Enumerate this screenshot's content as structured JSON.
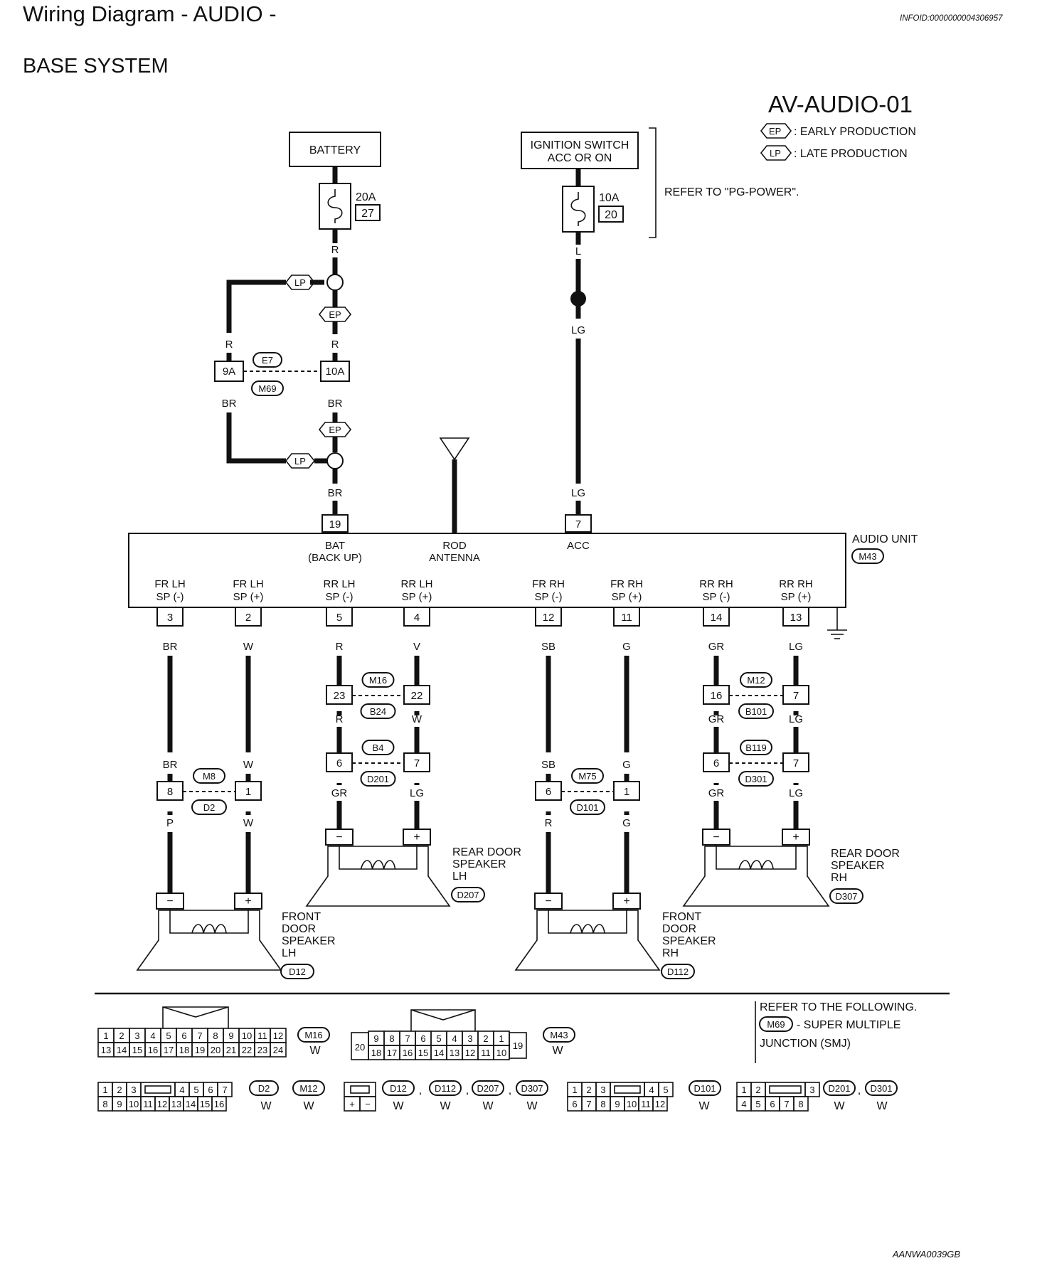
{
  "header": {
    "title": "Wiring Diagram - AUDIO -",
    "infoid": "INFOID:0000000004306957",
    "subtitle": "BASE SYSTEM",
    "diagram_code": "AV-AUDIO-01",
    "legend": [
      {
        "tag": "EP",
        "text": ": EARLY PRODUCTION"
      },
      {
        "tag": "LP",
        "text": ": LATE PRODUCTION"
      }
    ]
  },
  "power": {
    "battery_label": "BATTERY",
    "fuse_battery_rating": "20A",
    "fuse_battery_no": "27",
    "ignition_label_1": "IGNITION SWITCH",
    "ignition_label_2": "ACC OR ON",
    "fuse_ign_rating": "10A",
    "fuse_ign_no": "20",
    "refer_note": "REFER TO \"PG-POWER\"."
  },
  "battery_branch": {
    "wire_top": "R",
    "wire_left_top": "R",
    "wire_right_top": "R",
    "pin_left": "9A",
    "pin_right": "10A",
    "conn_top": "E7",
    "conn_bottom": "M69",
    "wire_left_bottom": "BR",
    "wire_right_bottom": "BR",
    "wire_unit": "BR",
    "ep": "EP",
    "lp": "LP"
  },
  "ignition_branch": {
    "wire_top": "L",
    "wire_mid": "LG",
    "wire_unit": "LG"
  },
  "audio_unit": {
    "name": "AUDIO UNIT",
    "connector": "M43",
    "top_pins": [
      {
        "pin": "19",
        "label1": "BAT",
        "label2": "(BACK UP)"
      },
      {
        "pin": "",
        "label1": "ROD",
        "label2": "ANTENNA"
      },
      {
        "pin": "7",
        "label1": "ACC",
        "label2": ""
      }
    ],
    "bottom_pins": [
      {
        "pin": "3",
        "label1": "FR LH",
        "label2": "SP (-)"
      },
      {
        "pin": "2",
        "label1": "FR LH",
        "label2": "SP (+)"
      },
      {
        "pin": "5",
        "label1": "RR LH",
        "label2": "SP (-)"
      },
      {
        "pin": "4",
        "label1": "RR LH",
        "label2": "SP (+)"
      },
      {
        "pin": "12",
        "label1": "FR RH",
        "label2": "SP (-)"
      },
      {
        "pin": "11",
        "label1": "FR RH",
        "label2": "SP (+)"
      },
      {
        "pin": "14",
        "label1": "RR RH",
        "label2": "SP (-)"
      },
      {
        "pin": "13",
        "label1": "RR RH",
        "label2": "SP (+)"
      }
    ]
  },
  "wires": {
    "fr_lh_neg": [
      "BR",
      "BR",
      "P"
    ],
    "fr_lh_pos": [
      "W",
      "W",
      "W"
    ],
    "rr_lh_neg": [
      "R",
      "R",
      "GR"
    ],
    "rr_lh_pos": [
      "V",
      "W",
      "LG"
    ],
    "fr_rh_neg": [
      "SB",
      "SB",
      "R"
    ],
    "fr_rh_pos": [
      "G",
      "G",
      "G"
    ],
    "rr_rh_neg": [
      "GR",
      "GR",
      "GR"
    ],
    "rr_rh_pos": [
      "LG",
      "LG",
      "LG"
    ]
  },
  "joints": {
    "m8": {
      "top": "M8",
      "bottom": "D2",
      "pin_l": "8",
      "pin_r": "1"
    },
    "m16": {
      "top": "M16",
      "bottom": "B24",
      "pin_l": "23",
      "pin_r": "22"
    },
    "b4": {
      "top": "B4",
      "bottom": "D201",
      "pin_l": "6",
      "pin_r": "7"
    },
    "m75": {
      "top": "M75",
      "bottom": "D101",
      "pin_l": "6",
      "pin_r": "1"
    },
    "m12": {
      "top": "M12",
      "bottom": "B101",
      "pin_l": "16",
      "pin_r": "7"
    },
    "b119": {
      "top": "B119",
      "bottom": "D301",
      "pin_l": "6",
      "pin_r": "7"
    }
  },
  "speakers": {
    "front_lh": {
      "lines": [
        "FRONT",
        "DOOR",
        "SPEAKER",
        "LH"
      ],
      "conn": "D12"
    },
    "rear_lh": {
      "lines": [
        "REAR DOOR",
        "SPEAKER",
        "LH"
      ],
      "conn": "D207"
    },
    "front_rh": {
      "lines": [
        "FRONT",
        "DOOR",
        "SPEAKER",
        "RH"
      ],
      "conn": "D112"
    },
    "rear_rh": {
      "lines": [
        "REAR DOOR",
        "SPEAKER",
        "RH"
      ],
      "conn": "D307"
    },
    "neg": "−",
    "pos": "+"
  },
  "connector_views": {
    "m16": {
      "top": [
        "1",
        "2",
        "3",
        "4",
        "5",
        "6",
        "7",
        "8",
        "9",
        "10",
        "11",
        "12"
      ],
      "bottom": [
        "13",
        "14",
        "15",
        "16",
        "17",
        "18",
        "19",
        "20",
        "21",
        "22",
        "23",
        "24"
      ],
      "id": "M16",
      "color": "W"
    },
    "m43": {
      "top": [
        "9",
        "8",
        "7",
        "6",
        "5",
        "4",
        "3",
        "2",
        "1"
      ],
      "bottom": [
        "18",
        "17",
        "16",
        "15",
        "14",
        "13",
        "12",
        "11",
        "10"
      ],
      "left": "20",
      "right": "19",
      "id": "M43",
      "color": "W"
    },
    "d2": {
      "top_l": [
        "1",
        "2",
        "3"
      ],
      "top_r": [
        "4",
        "5",
        "6",
        "7"
      ],
      "bottom": [
        "8",
        "9",
        "10",
        "11",
        "12",
        "13",
        "14",
        "15",
        "16"
      ],
      "id1": "D2",
      "id2": "M12",
      "c1": "W",
      "c2": "W"
    },
    "spk": {
      "signs": [
        "+",
        "−"
      ],
      "ids": [
        "D12",
        "D112",
        "D207",
        "D307"
      ],
      "colors": [
        "W",
        "W",
        "W",
        "W"
      ],
      "sep": ","
    },
    "d101": {
      "top_l": [
        "1",
        "2",
        "3"
      ],
      "top_r": [
        "4",
        "5"
      ],
      "bottom": [
        "6",
        "7",
        "8",
        "9",
        "10",
        "11",
        "12"
      ],
      "id": "D101",
      "color": "W"
    },
    "d201": {
      "top_l": [
        "1",
        "2"
      ],
      "top_r": [
        "3"
      ],
      "bottom": [
        "4",
        "5",
        "6",
        "7",
        "8"
      ],
      "ids": [
        "D201",
        "D301"
      ],
      "colors": [
        "W",
        "W"
      ],
      "sep": ","
    }
  },
  "refer_box": {
    "line1": "REFER TO THE FOLLOWING.",
    "conn": "M69",
    "line2": "- SUPER MULTIPLE",
    "line3": "JUNCTION (SMJ)"
  },
  "footer_code": "AANWA0039GB"
}
